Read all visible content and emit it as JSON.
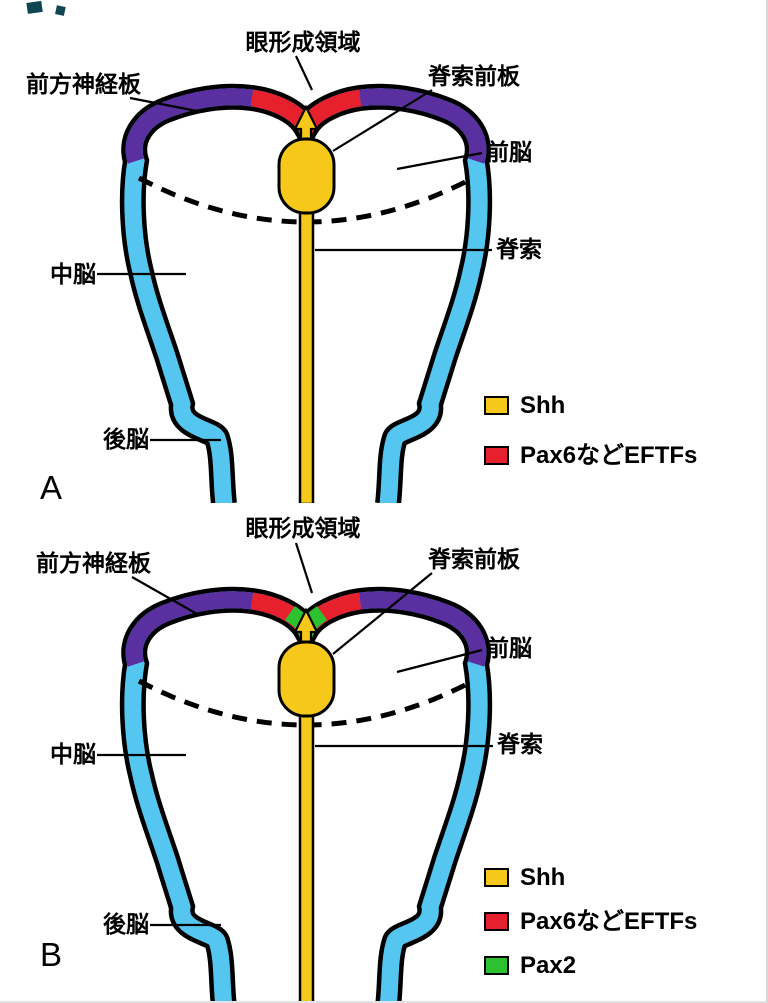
{
  "colors": {
    "background": "#FFFFFF",
    "outline": "#000000",
    "neural_plate": "#55C6F0",
    "anterior_neural_plate": "#5A2FA0",
    "eye_field": "#E6202D",
    "shh": "#F6C81A",
    "pax2": "#2CC22F"
  },
  "figure": {
    "panel_a": {
      "letter": "A",
      "labels": {
        "eye_field": "眼形成領域",
        "anterior_neural_plate": "前方神経板",
        "prechordal_plate": "脊索前板",
        "forebrain": "前脳",
        "notochord": "脊索",
        "midbrain": "中脳",
        "hindbrain": "後脳"
      },
      "legend": [
        {
          "label": "Shh"
        },
        {
          "label": "Pax6などEFTFs"
        }
      ]
    },
    "panel_b": {
      "letter": "B",
      "labels": {
        "eye_field": "眼形成領域",
        "anterior_neural_plate": "前方神経板",
        "prechordal_plate": "脊索前板",
        "forebrain": "前脳",
        "notochord": "脊索",
        "midbrain": "中脳",
        "hindbrain": "後脳"
      },
      "legend": [
        {
          "label": "Shh"
        },
        {
          "label": "Pax6などEFTFs"
        },
        {
          "label": "Pax2"
        }
      ]
    }
  }
}
